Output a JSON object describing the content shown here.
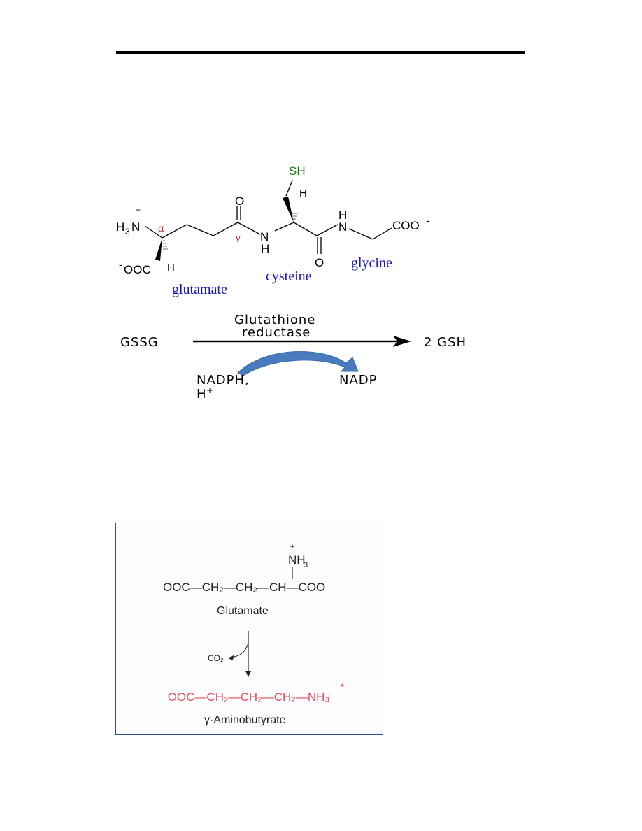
{
  "glutathione": {
    "sh": "SH",
    "h_top": "H",
    "h3n": "H",
    "h3n_sub": "3",
    "h3n_n": "N",
    "plus": "+",
    "alpha": "α",
    "gamma": "γ",
    "o": "O",
    "n": "N",
    "h": "H",
    "coo_right": "COO",
    "minus": "-",
    "ooc_left": "OOC",
    "h_bottom": "H",
    "label_glutamate": "glutamate",
    "label_cysteine": "cysteine",
    "label_glycine": "glycine"
  },
  "reductase": {
    "substrate": "GSSG",
    "enzyme_line1": "Glutathione",
    "enzyme_line2": "reductase",
    "product": "2 GSH",
    "cofactor_in_line1": "NADPH,",
    "cofactor_in_line2": "H",
    "cofactor_in_sup": "+",
    "cofactor_out": "NADP",
    "arrow_color": "#4a7bbf"
  },
  "gaba": {
    "nh3_plus": "+",
    "nh3": "NH",
    "nh3_sub": "3",
    "glutamate_formula": "⁻OOC—CH₂—CH₂—CH—COO⁻",
    "glutamate_label": "Glutamate",
    "co2": "CO₂",
    "product_nh3_plus": "+",
    "product_formula": "⁻ OOC—CH₂—CH₂—CH₂—NH₃",
    "product_label": "γ-Aminobutyrate",
    "product_color": "#e05060",
    "border_color": "#2f4f8a"
  },
  "colors": {
    "blue_label": "#1a1ab4",
    "red_greek": "#d02020",
    "green_sh": "#1a7a1a"
  }
}
